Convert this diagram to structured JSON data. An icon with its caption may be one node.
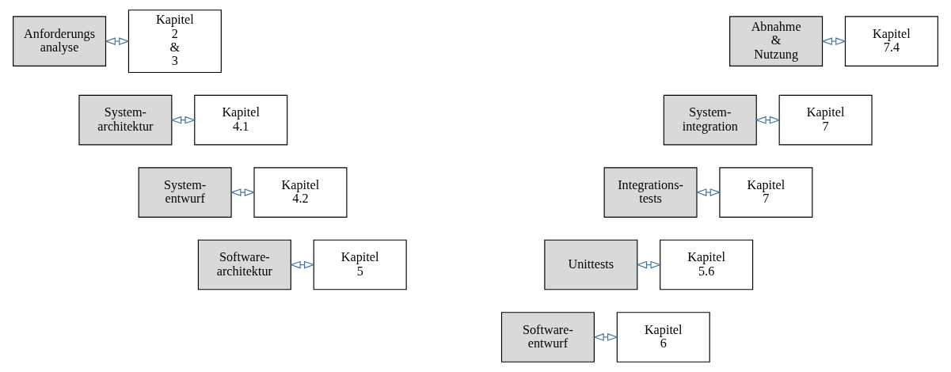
{
  "diagram": {
    "nodes": [
      {
        "text": [
          "Anforderungs analyse"
        ]
      },
      {
        "text": [
          "Kapitel 2 & 3"
        ]
      },
      {
        "text": [
          "Abnahme & Nutzung"
        ]
      },
      {
        "text": [
          "Kapitel 7.4"
        ]
      },
      {
        "text": [
          "System- architektur"
        ]
      },
      {
        "text": [
          "Kapitel 4.1"
        ]
      },
      {
        "text": [
          "System- integration"
        ]
      },
      {
        "text": [
          "Kapitel 7"
        ]
      },
      {
        "text": [
          "System- entwurf"
        ]
      },
      {
        "text": [
          "Kapitel 4.2"
        ]
      },
      {
        "text": [
          "Integrations- tests"
        ]
      },
      {
        "text": [
          "Kapitel 7"
        ]
      },
      {
        "text": [
          "Software- architektur"
        ]
      },
      {
        "text": [
          "Kapitel 5"
        ]
      },
      {
        "text": [
          "Unittests"
        ]
      },
      {
        "text": [
          "Kapitel 5.6"
        ]
      },
      {
        "text": [
          "Software- entwurf"
        ]
      },
      {
        "text": [
          "Kapitel 6"
        ]
      }
    ],
    "edges": [
      {
        "from": 0,
        "to": 1,
        "arrow": "both"
      },
      {
        "from": 2,
        "to": 3,
        "arrow": "both"
      },
      {
        "from": 4,
        "to": 5,
        "arrow": "both"
      },
      {
        "from": 6,
        "to": 7,
        "arrow": "both"
      },
      {
        "from": 8,
        "to": 9,
        "arrow": "both"
      },
      {
        "from": 10,
        "to": 11,
        "arrow": "both"
      },
      {
        "from": 12,
        "to": 13,
        "arrow": "both"
      },
      {
        "from": 14,
        "to": 15,
        "arrow": "both"
      },
      {
        "from": 16,
        "to": 17,
        "arrow": "both"
      }
    ]
  }
}
